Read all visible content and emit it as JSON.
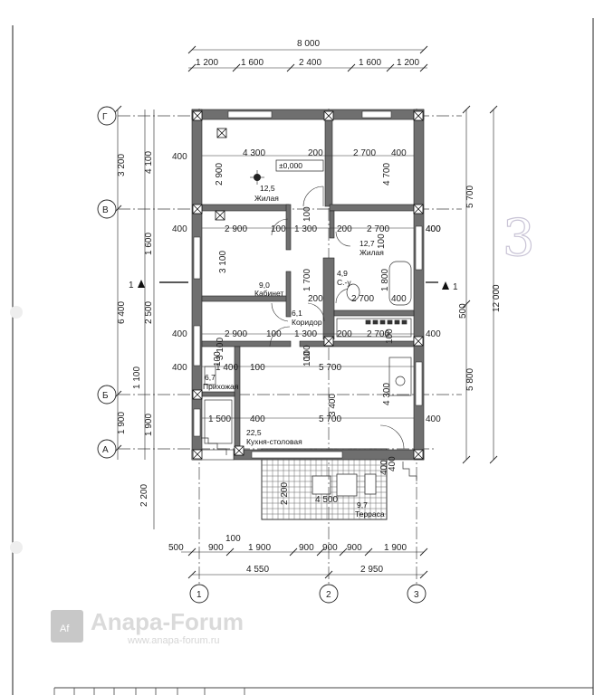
{
  "dimensions": {
    "overall_width": "8 000",
    "top_chain": [
      "1 200",
      "1 600",
      "2 400",
      "1 600",
      "1 200"
    ],
    "left_outer": [
      "3 200",
      "6 400",
      "1 900",
      "2 200"
    ],
    "left_inner": [
      "4 100",
      "1 600",
      "2 500",
      "1 100",
      "1 900"
    ],
    "right_outer": "12 000",
    "right_inner": [
      "5 700",
      "500",
      "5 800"
    ],
    "bottom_chain": [
      "500",
      "900",
      "1 900",
      "900",
      "900",
      "900",
      "1 900"
    ],
    "bottom_extra": "100",
    "bottom_axes": [
      "4 550",
      "2 950"
    ],
    "interior": [
      "400",
      "4 300",
      "200",
      "2 700",
      "400",
      "2 900",
      "400",
      "4 700",
      "400",
      "2 900",
      "100",
      "1 300",
      "200",
      "2 700",
      "400",
      "3 100",
      "100",
      "100",
      "1 700",
      "1 800",
      "200",
      "2 700",
      "400",
      "100",
      "400",
      "2 900",
      "100",
      "1 300",
      "200",
      "2 700",
      "400",
      "400",
      "1 400",
      "100",
      "5 700",
      "3 100",
      "100",
      "1 500",
      "400",
      "5 700",
      "400",
      "3 400",
      "100",
      "4 300",
      "400",
      "2 200",
      "4 500",
      "400",
      "100"
    ]
  },
  "axes": {
    "rows": [
      "Г",
      "В",
      "Б",
      "А"
    ],
    "cols": [
      "1",
      "2",
      "3"
    ]
  },
  "rooms": [
    {
      "area": "12,5",
      "name": "Жилая"
    },
    {
      "area": "12,7",
      "name": "Жилая"
    },
    {
      "area": "9,0",
      "name": "Кабинет"
    },
    {
      "area": "4,9",
      "name": "С.-у."
    },
    {
      "area": "6,1",
      "name": "Коридор"
    },
    {
      "area": "6,7",
      "name": "Прихожая"
    },
    {
      "area": "22,5",
      "name": "Кухня-столовая"
    },
    {
      "area": "9,7",
      "name": "Терраса"
    }
  ],
  "level_mark": "±0,000",
  "section_marks": [
    "1",
    "1"
  ],
  "handwritten_mark": "3",
  "watermark": {
    "badge": "Af",
    "title": "Anapa-Forum",
    "url": "www.anapa-forum.ru"
  },
  "colors": {
    "wall": "#6f6f6f",
    "line": "#333333",
    "paper": "#ffffff",
    "pencil": "#c9c4d6"
  }
}
